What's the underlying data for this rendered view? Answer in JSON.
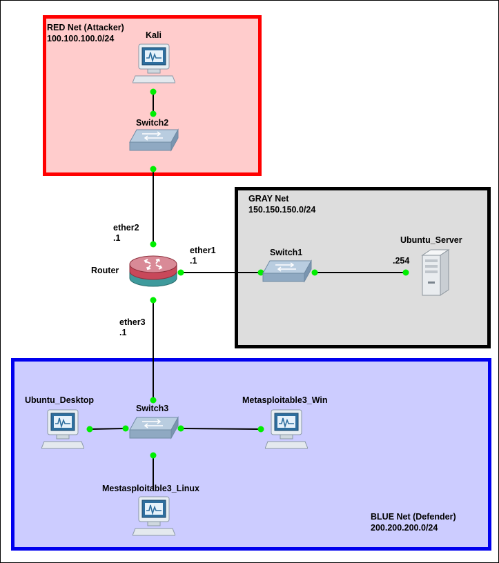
{
  "zones": {
    "red": {
      "name": "RED Net (Attacker)",
      "subnet": "100.100.100.0/24",
      "color": "#ff0000",
      "fill": "#ffcccc"
    },
    "gray": {
      "name": "GRAY Net",
      "subnet": "150.150.150.0/24",
      "color": "#000000",
      "fill": "#dddddd"
    },
    "blue": {
      "name": "BLUE Net (Defender)",
      "subnet": "200.200.200.0/24",
      "color": "#0000ee",
      "fill": "#ccccff"
    }
  },
  "nodes": {
    "kali": {
      "label": "Kali",
      "icon": "workstation-icon"
    },
    "switch2": {
      "label": "Switch2",
      "icon": "switch-icon"
    },
    "router": {
      "label": "Router",
      "icon": "router-icon"
    },
    "switch1": {
      "label": "Switch1",
      "icon": "switch-icon"
    },
    "ubuntu_server": {
      "label": "Ubuntu_Server",
      "icon": "server-icon"
    },
    "switch3": {
      "label": "Switch3",
      "icon": "switch-icon"
    },
    "ubuntu_desktop": {
      "label": "Ubuntu_Desktop",
      "icon": "workstation-icon"
    },
    "meta_win": {
      "label": "Metasploitable3_Win",
      "icon": "workstation-icon"
    },
    "meta_linux": {
      "label": "Mestasploitable3_Linux",
      "icon": "workstation-icon"
    }
  },
  "interfaces": {
    "ether2": {
      "name": "ether2",
      "addr": ".1"
    },
    "ether1": {
      "name": "ether1",
      "addr": ".1"
    },
    "ether3": {
      "name": "ether3",
      "addr": ".1"
    },
    "server_addr": ".254"
  },
  "link_color": "#000000",
  "port_color": "#00ee00"
}
